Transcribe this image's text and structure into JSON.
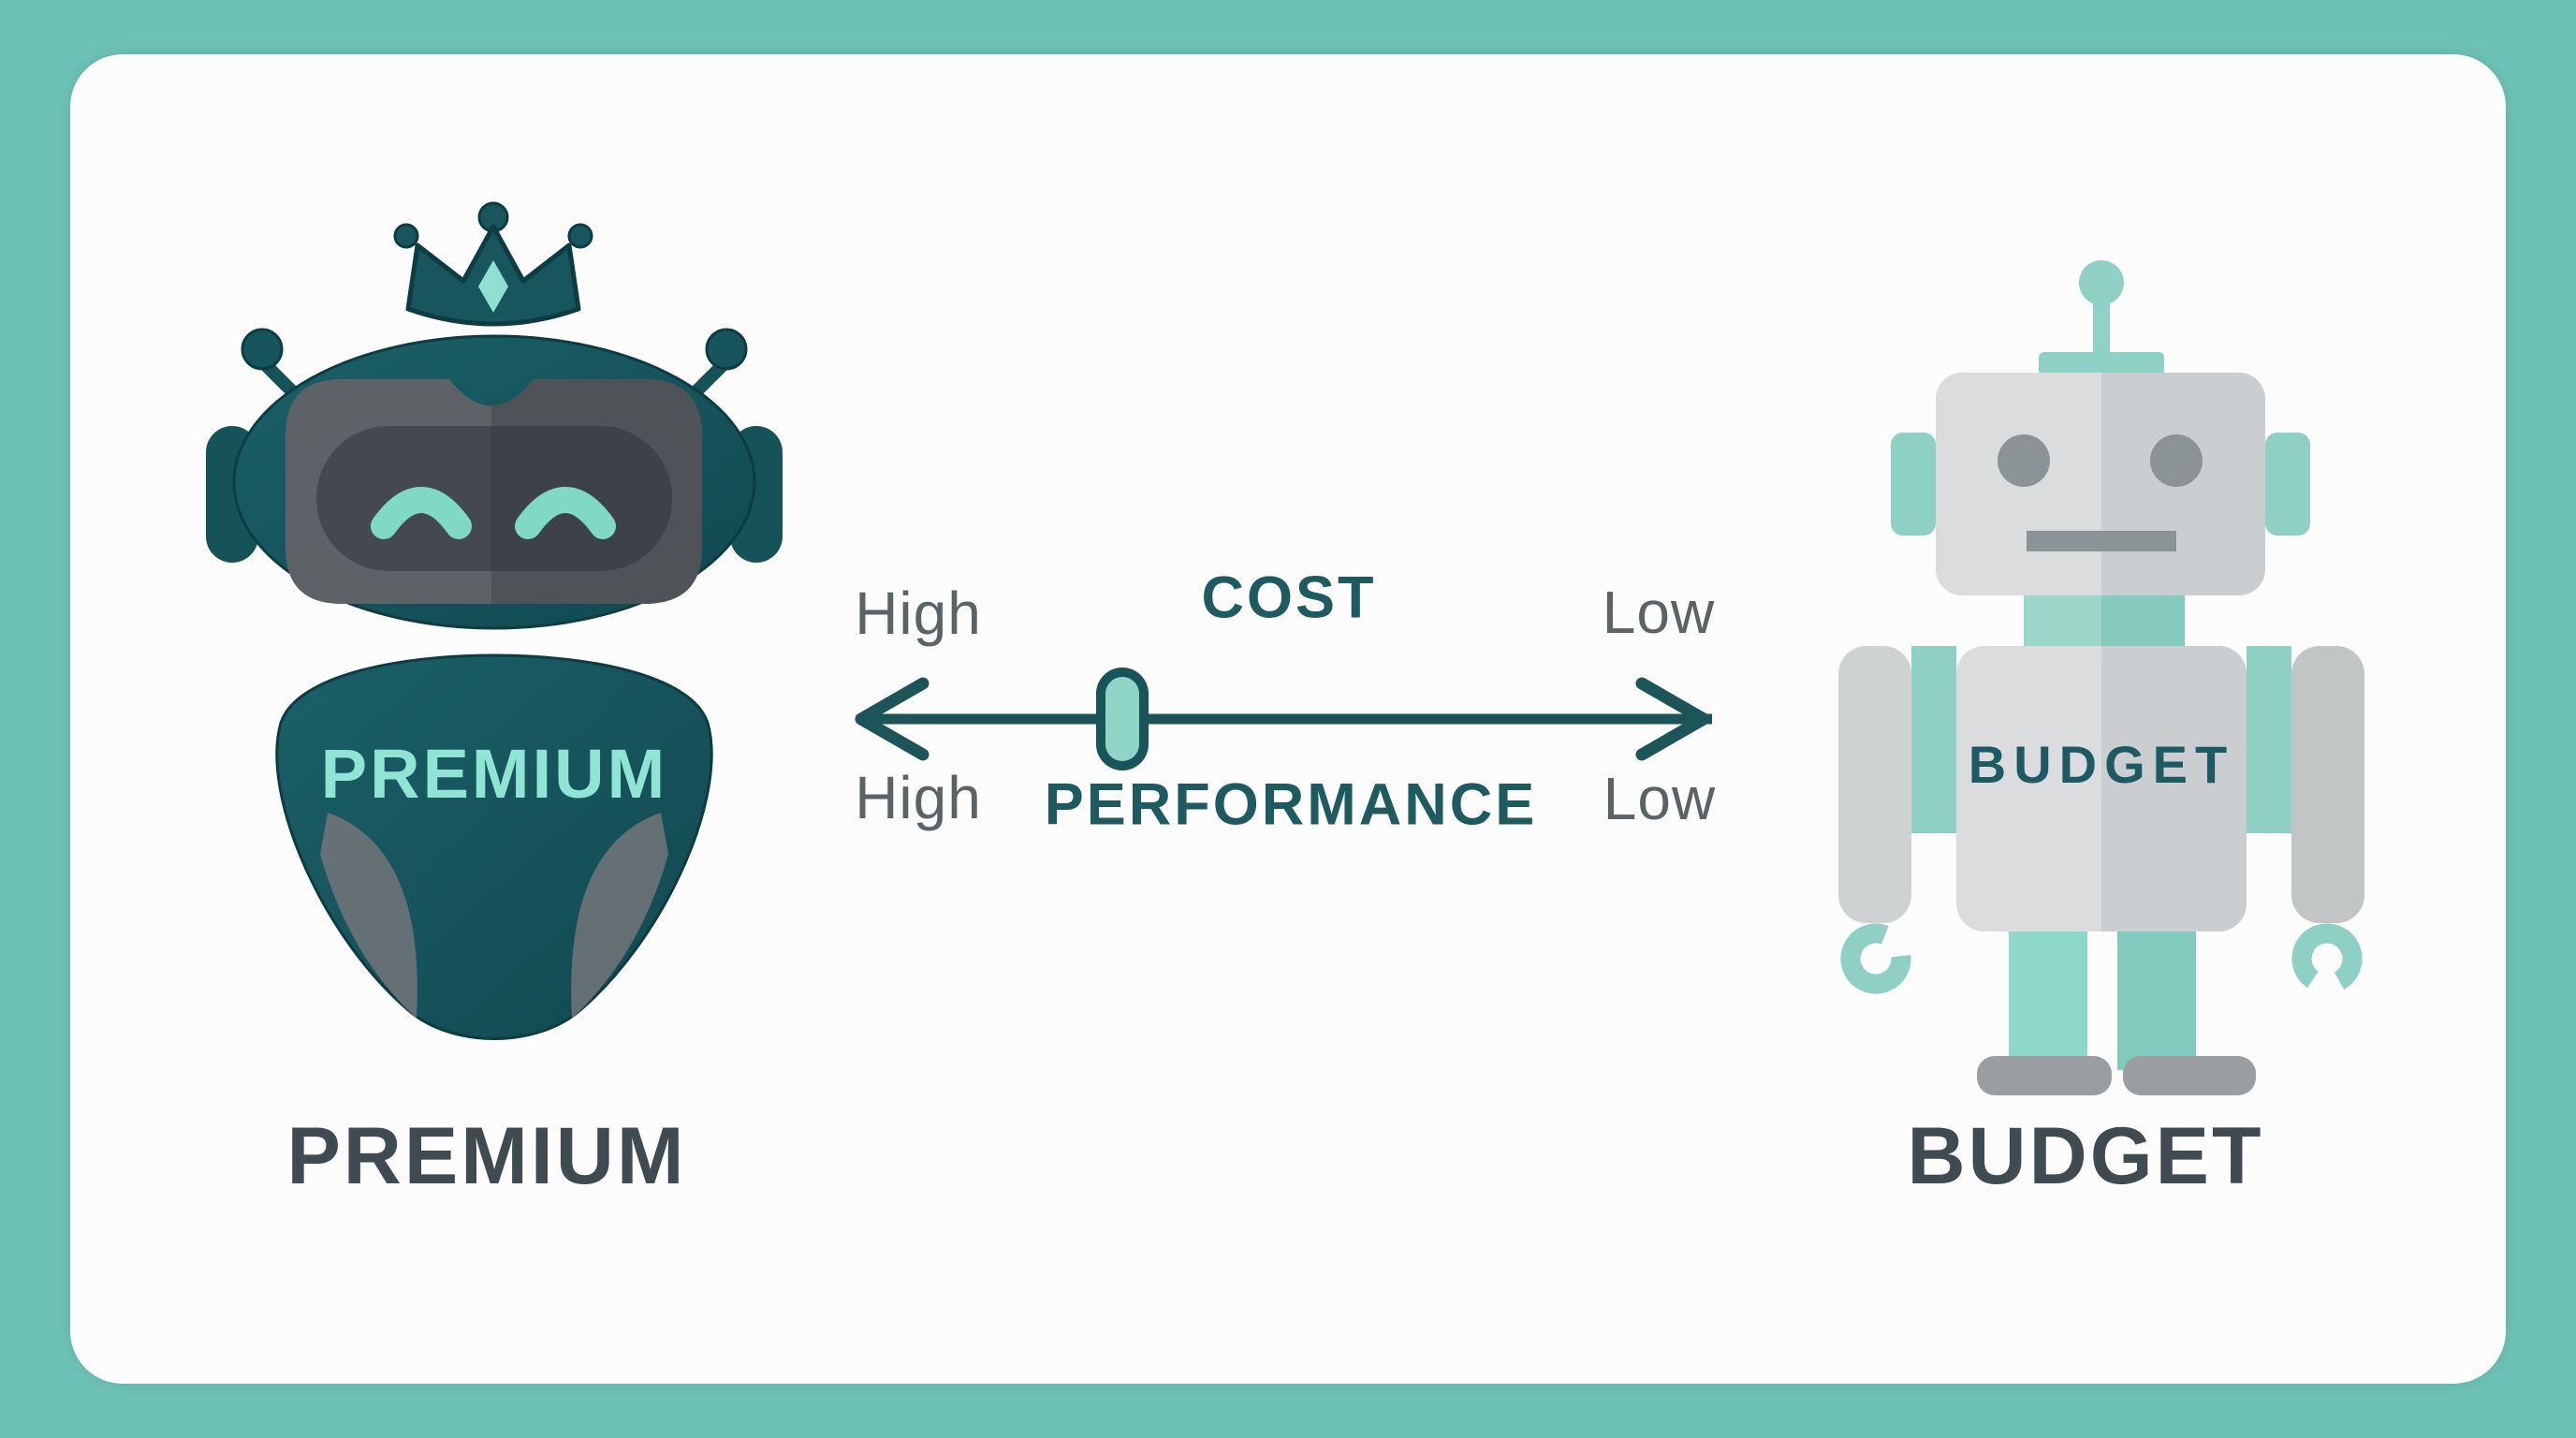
{
  "poster": {
    "frame_color": "#6cc2b5",
    "card_color": "#fbfcfb"
  },
  "premium": {
    "label": "PREMIUM",
    "body_text": "PREMIUM",
    "robot_color": "#17555c",
    "body_text_color": "#90e4d3",
    "eye_color": "#7fd9c4",
    "face_color": "#5d6266"
  },
  "budget": {
    "label": "BUDGET",
    "chest_text": "BUDGET",
    "robot_gray": "#d9dbdc",
    "robot_teal": "#8ed0c3",
    "chest_text_color": "#1d5a63"
  },
  "axis": {
    "cost_label": "COST",
    "performance_label": "PERFORMANCE",
    "cost_left": "High",
    "cost_right": "Low",
    "performance_left": "High",
    "performance_right": "Low",
    "arrow_color": "#1d5458",
    "slider_fill": "#8ed5c6",
    "level_text_color": "#5c6367",
    "metric_text_color": "#1e5b60"
  }
}
